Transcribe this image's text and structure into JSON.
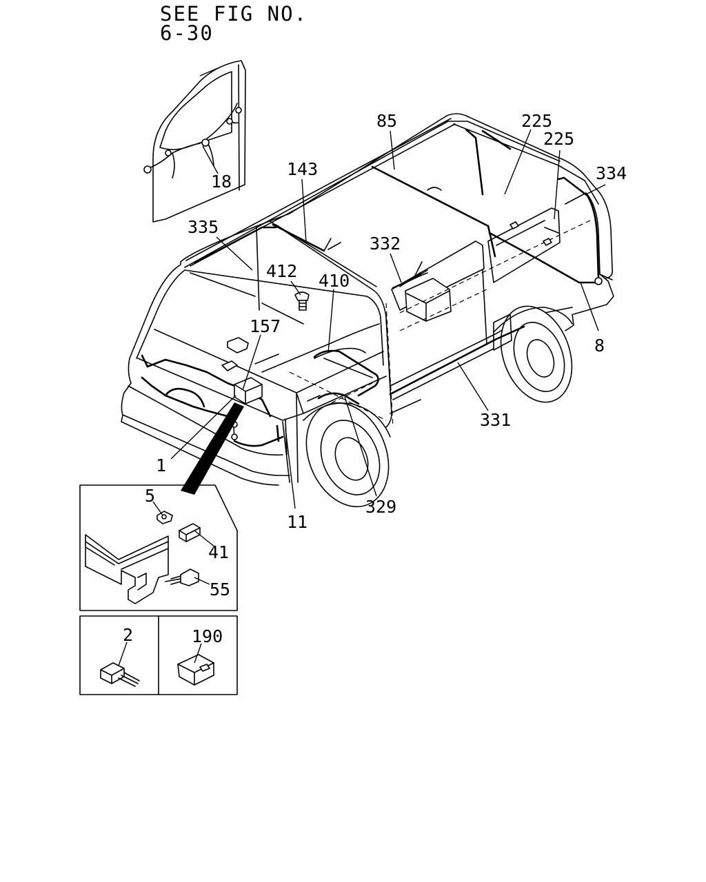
{
  "reference": {
    "line1": "SEE FIG NO.",
    "line2": "6-30"
  },
  "callouts": [
    {
      "id": "c18",
      "text": "18"
    },
    {
      "id": "c85",
      "text": "85"
    },
    {
      "id": "c225a",
      "text": "225"
    },
    {
      "id": "c225b",
      "text": "225"
    },
    {
      "id": "c334",
      "text": "334"
    },
    {
      "id": "c143",
      "text": "143"
    },
    {
      "id": "c335",
      "text": "335"
    },
    {
      "id": "c332",
      "text": "332"
    },
    {
      "id": "c412",
      "text": "412"
    },
    {
      "id": "c410",
      "text": "410"
    },
    {
      "id": "c157",
      "text": "157"
    },
    {
      "id": "c8",
      "text": "8"
    },
    {
      "id": "c331",
      "text": "331"
    },
    {
      "id": "c1",
      "text": "1"
    },
    {
      "id": "c11",
      "text": "11"
    },
    {
      "id": "c329",
      "text": "329"
    },
    {
      "id": "c5",
      "text": "5"
    },
    {
      "id": "c41",
      "text": "41"
    },
    {
      "id": "c55",
      "text": "55"
    },
    {
      "id": "c2",
      "text": "2"
    },
    {
      "id": "c190",
      "text": "190"
    }
  ]
}
